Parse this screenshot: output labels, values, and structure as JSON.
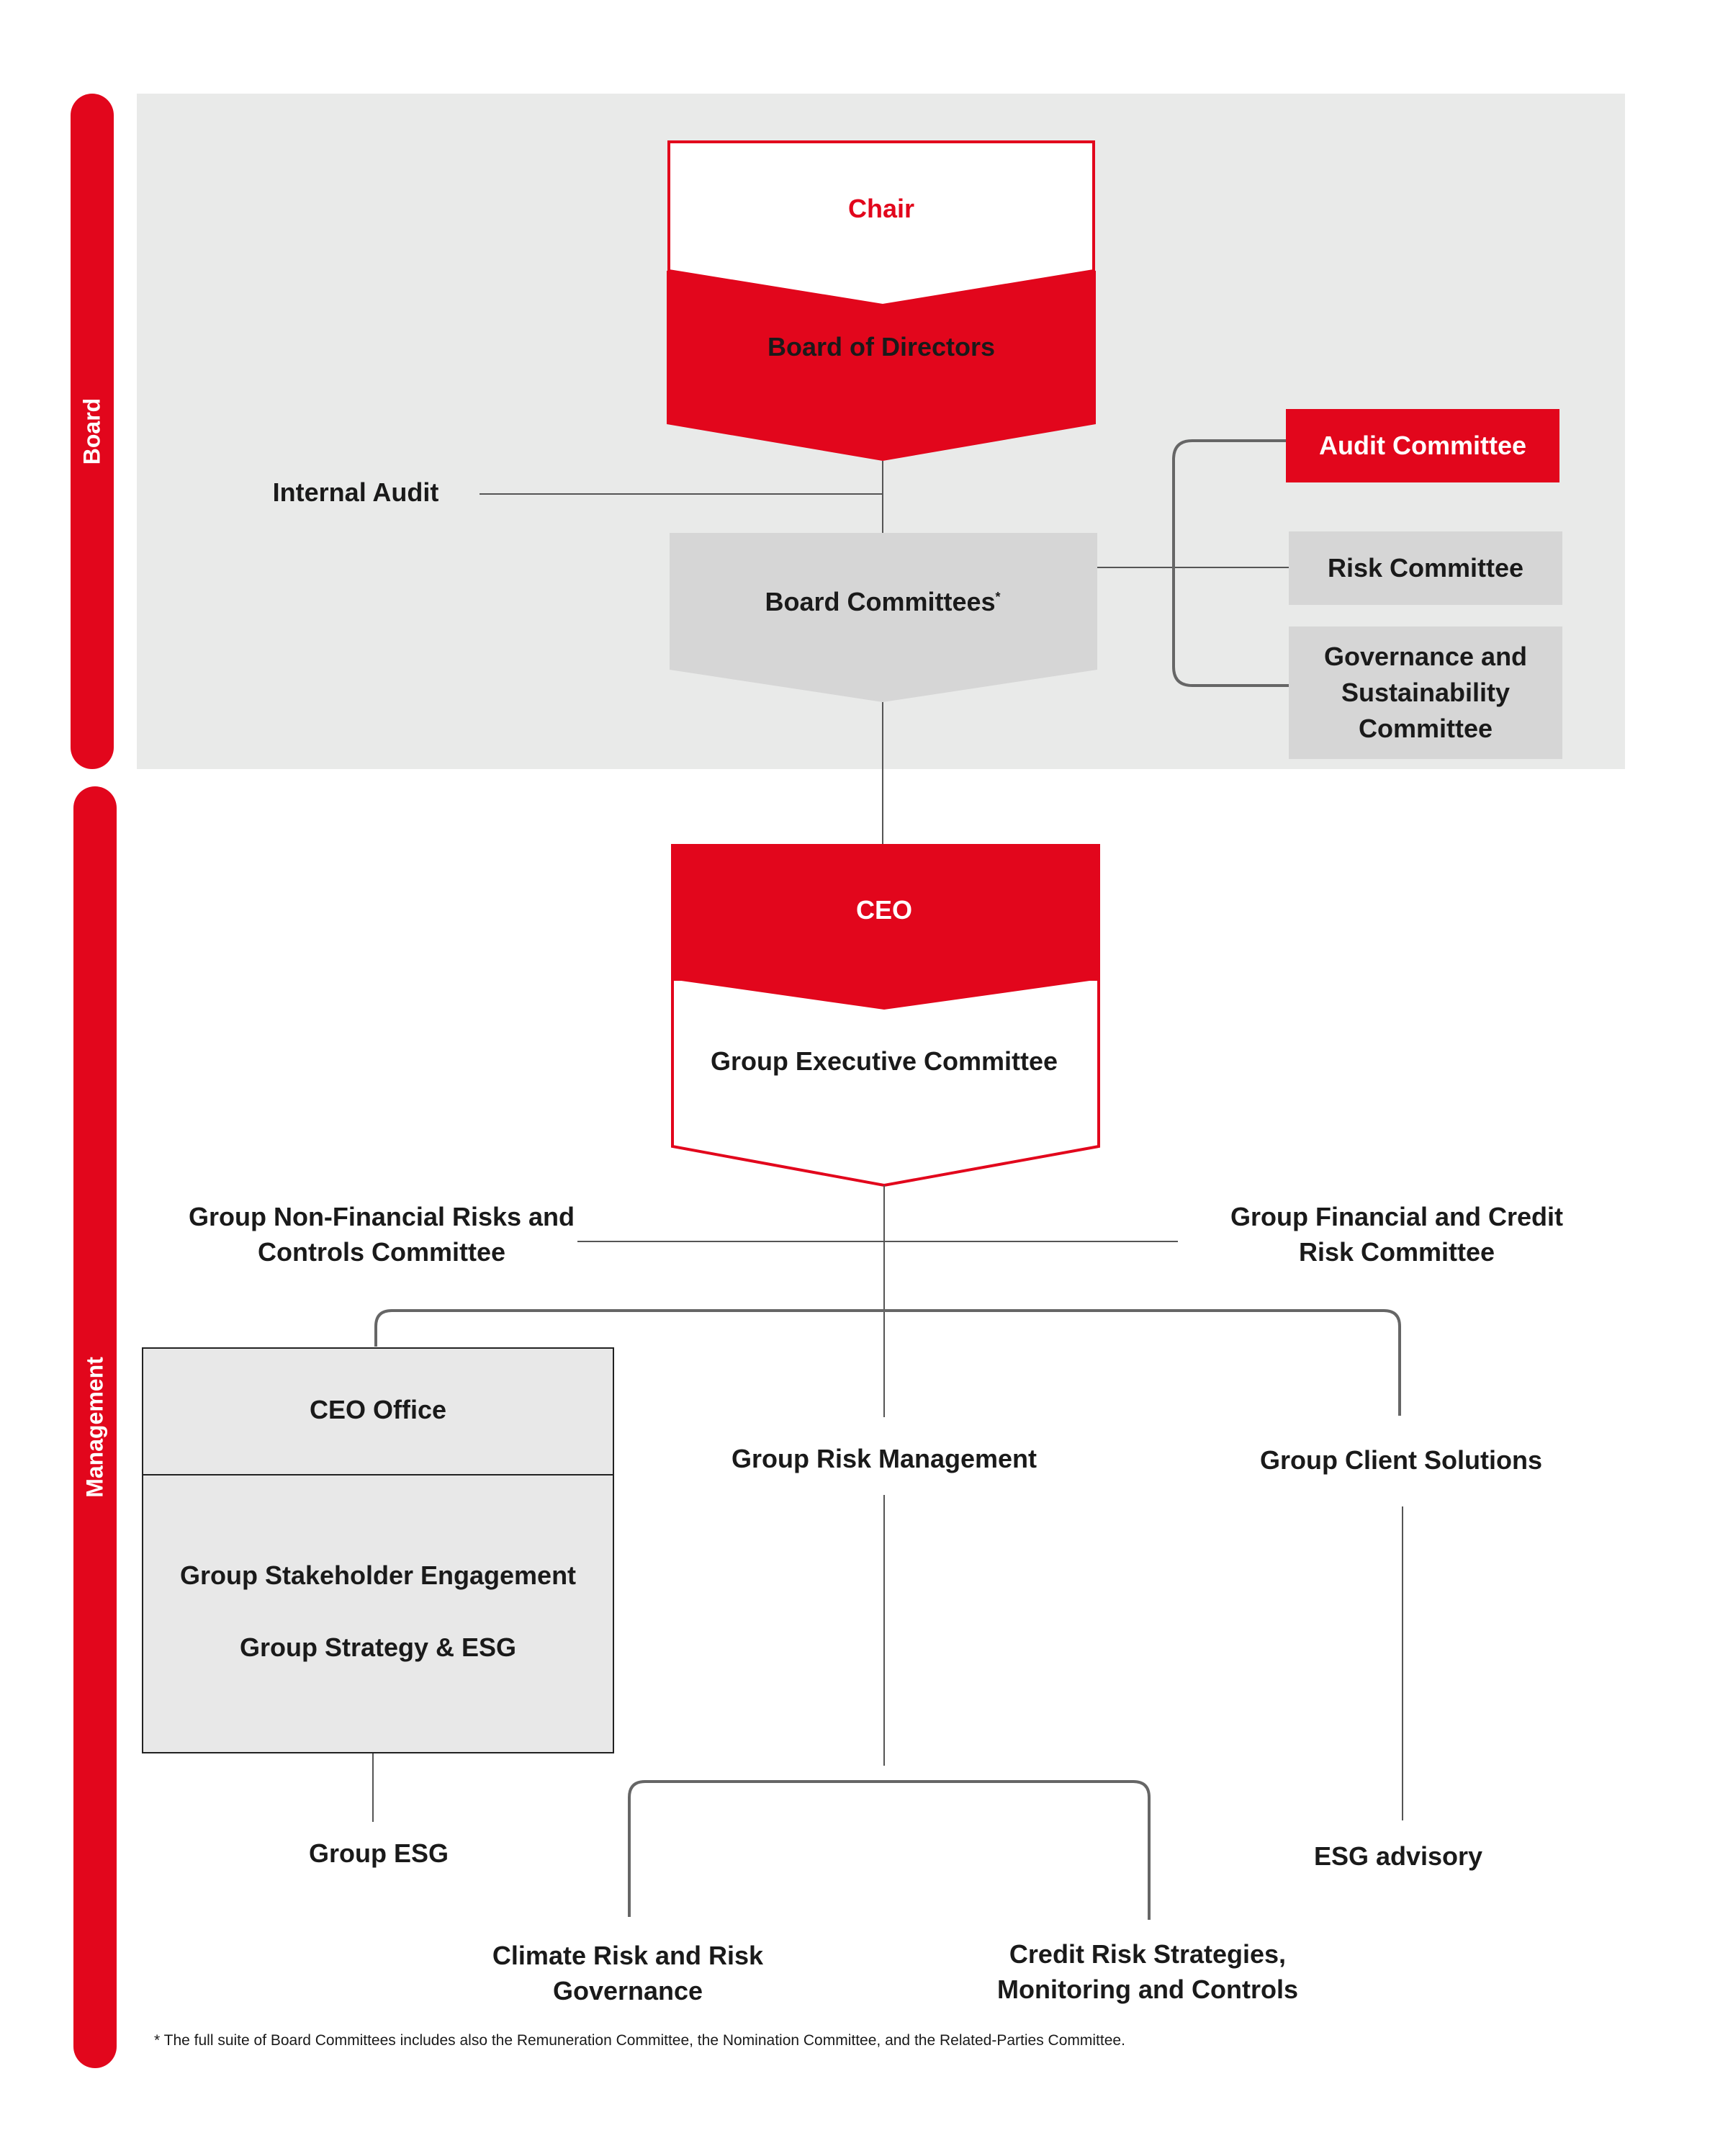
{
  "sidebar": {
    "board_label": "Board",
    "management_label": "Management"
  },
  "board": {
    "chair": "Chair",
    "board_of_directors": "Board of Directors",
    "internal_audit": "Internal Audit",
    "board_committees": "Board Committees",
    "board_committees_mark": "*",
    "audit_committee": "Audit Committee",
    "risk_committee": "Risk Committee",
    "governance_committee": [
      "Governance and",
      "Sustainability",
      "Committee"
    ]
  },
  "management": {
    "ceo": "CEO",
    "group_executive_committee": "Group Executive Committee",
    "non_financial_committee": [
      "Group Non-Financial Risks and",
      "Controls Committee"
    ],
    "financial_credit_committee": [
      "Group Financial and Credit",
      "Risk Committee"
    ],
    "ceo_office": "CEO Office",
    "group_stakeholder_engagement": "Group Stakeholder Engagement",
    "group_strategy_esg": "Group Strategy & ESG",
    "group_risk_management": "Group Risk Management",
    "group_client_solutions": "Group Client Solutions",
    "group_esg": "Group ESG",
    "esg_advisory": "ESG advisory",
    "climate_risk": [
      "Climate Risk and Risk",
      "Governance"
    ],
    "credit_risk_strategies": [
      "Credit Risk Strategies,",
      "Monitoring and Controls"
    ]
  },
  "footnote": "* The full suite of Board Committees includes also the Remuneration Committee, the Nomination Committee, and the Related-Parties Committee.",
  "colors": {
    "brand_red": "#e2061c",
    "board_background": "#e9eae9",
    "committee_grey": "#d6d6d6",
    "office_grey": "#e8e8e8",
    "line": "#555555"
  }
}
